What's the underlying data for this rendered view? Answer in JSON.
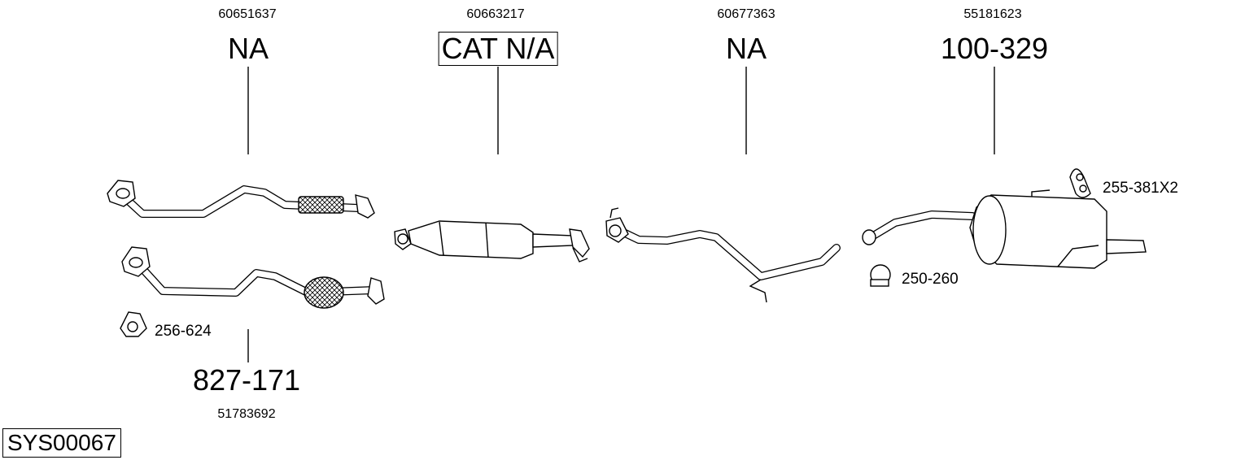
{
  "diagram": {
    "system_code": "SYS00067",
    "parts": [
      {
        "number": "60651637",
        "ref": "NA"
      },
      {
        "number": "60663217",
        "ref": "CAT N/A"
      },
      {
        "number": "60677363",
        "ref": "NA"
      },
      {
        "number": "55181623",
        "ref": "100-329"
      },
      {
        "number": "51783692",
        "ref": "827-171"
      }
    ],
    "accessories": [
      {
        "ref": "256-624",
        "icon": "gasket-icon"
      },
      {
        "ref": "255-381X2",
        "icon": "rubber-hanger-icon"
      },
      {
        "ref": "250-260",
        "icon": "clamp-icon"
      }
    ]
  }
}
